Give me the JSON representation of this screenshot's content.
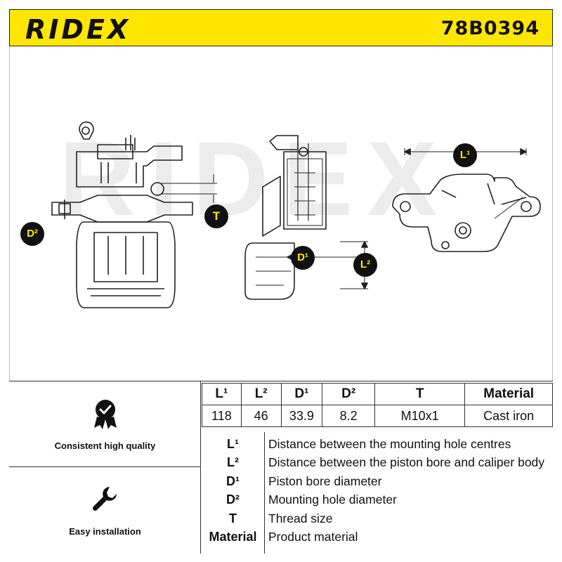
{
  "header": {
    "brand": "RIDEX",
    "part_number": "78B0394",
    "background_color": "#ffe600"
  },
  "watermark": "RIDEX",
  "drawing": {
    "callouts": {
      "t": "T",
      "d2": "D²",
      "d1": "D¹",
      "l2": "L²",
      "l1": "L¹"
    }
  },
  "badges": [
    {
      "icon": "checkmark-badge-icon",
      "label": "Consistent high quality"
    },
    {
      "icon": "wrench-icon",
      "label": "Easy installation"
    }
  ],
  "spec_table": {
    "headers": [
      "L¹",
      "L²",
      "D¹",
      "D²",
      "T",
      "Material"
    ],
    "values": [
      "118",
      "46",
      "33.9",
      "8.2",
      "M10x1",
      "Cast iron"
    ]
  },
  "legend": [
    {
      "key": "L¹",
      "description": "Distance between the mounting hole centres"
    },
    {
      "key": "L²",
      "description": "Distance between the piston bore and caliper body"
    },
    {
      "key": "D¹",
      "description": "Piston bore diameter"
    },
    {
      "key": "D²",
      "description": "Mounting hole diameter"
    },
    {
      "key": "T",
      "description": "Thread size"
    },
    {
      "key": "Material",
      "description": "Product material"
    }
  ]
}
